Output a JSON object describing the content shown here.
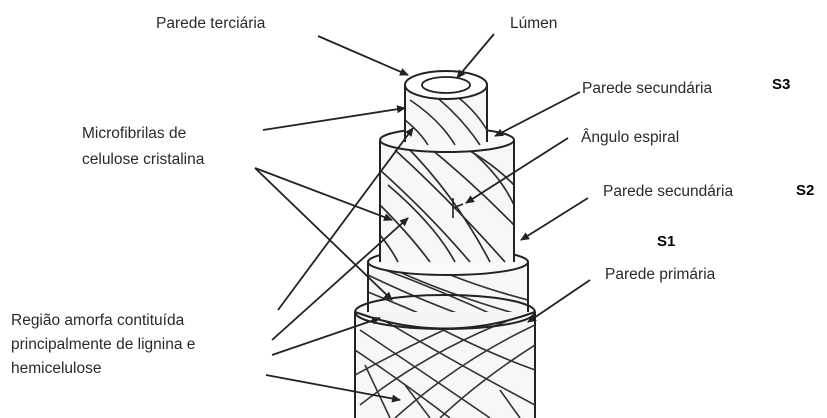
{
  "labels": {
    "parede_terciaria": "Parede terciária",
    "lumen": "Lúmen",
    "parede_secundaria_s3": "Parede secundária",
    "angulo_espiral": "Ângulo espiral",
    "parede_secundaria_s2": "Parede secundária",
    "parede_primaria": "Parede  primária",
    "microfibrilas_line1": "Microfibrilas de",
    "microfibrilas_line2": "celulose cristalina",
    "regiao_line1": "Região amorfa contituída",
    "regiao_line2": "principalmente de lignina e",
    "regiao_line3": "hemicelulose"
  },
  "layer_tags": {
    "s3": "S3",
    "s2": "S2",
    "s1": "S1"
  },
  "colors": {
    "ink": "#222222",
    "wall_fill": "#f7f7f7"
  }
}
